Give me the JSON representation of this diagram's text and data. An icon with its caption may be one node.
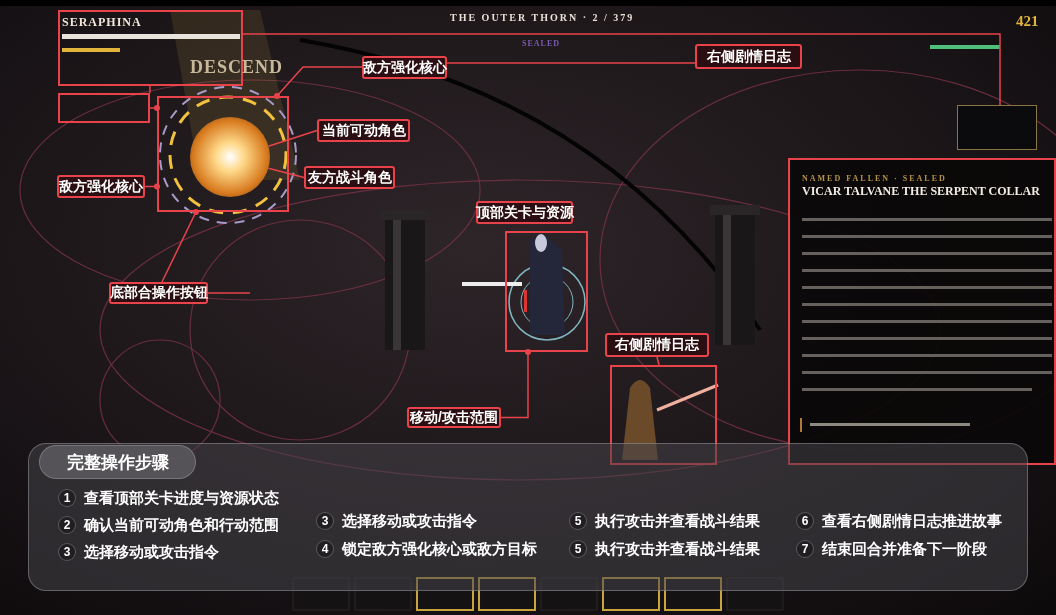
{
  "diagram": {
    "nodes": [
      {
        "text": [
          "SERAPHINA"
        ]
      },
      {
        "text": [],
        "shape": "box"
      },
      {
        "text": [],
        "shape": "box"
      },
      {
        "text": [],
        "shape": "circle",
        "in": 2
      },
      {
        "text": [
          "敌方强化核心"
        ]
      },
      {
        "text": [
          "当前可动角色"
        ]
      },
      {
        "text": [
          "友方战斗角色"
        ]
      },
      {
        "text": [
          "敌方强化核心"
        ]
      },
      {
        "text": [
          "底部合操作按钮"
        ]
      },
      {
        "text": [
          "右侧剧情日志"
        ]
      },
      {
        "text": [],
        "shape": "box"
      },
      {
        "text": [
          "顶部关卡与资源"
        ]
      },
      {
        "text": [],
        "shape": "box"
      },
      {
        "text": [
          "移动/攻击范围"
        ]
      },
      {
        "text": [
          "右侧剧情日志"
        ]
      },
      {
        "text": [],
        "shape": "box"
      },
      {
        "text": [
          "NAMED FALLEN · SEALED",
          "VICAR TALVANE THE SERPENT COLLAR"
        ]
      },
      {
        "text": [
          "1",
          "查看顶部关卡进度与资源状态",
          "2",
          "确认当前可动角色和行动范围",
          "3",
          "选择移动或攻击指令",
          "3",
          "选择移动或攻击指令",
          "4",
          "锁定敌方强化核心或敌方目标",
          "5",
          "执行攻击并查看战斗结果",
          "5",
          "执行攻击并查看战斗结果",
          "6",
          "查看右侧剧情日志推进故事",
          "7",
          "结束回合并准备下一阶段"
        ]
      },
      {
        "text": [
          "完整操作步骤"
        ],
        "in": 17
      }
    ],
    "edges": [
      {
        "from": 0,
        "to": 10,
        "arrow": "none"
      },
      {
        "from": 0,
        "to": 1,
        "arrow": "none"
      },
      {
        "from": 1,
        "to": 2,
        "arrow": "other"
      },
      {
        "from": 4,
        "to": 2,
        "arrow": "other"
      },
      {
        "from": 4,
        "to": 9,
        "arrow": "none"
      },
      {
        "from": 5,
        "to": 3,
        "arrow": "none"
      },
      {
        "from": 6,
        "to": 3,
        "arrow": "none"
      },
      {
        "from": 7,
        "to": 2,
        "arrow": "other"
      },
      {
        "from": 8,
        "to": 2,
        "arrow": "other"
      },
      {
        "from": 8,
        "to": null,
        "arrow": "none"
      },
      {
        "from": 13,
        "to": 12,
        "arrow": "other"
      },
      {
        "from": 14,
        "to": 15,
        "arrow": "none"
      }
    ],
    "labels": [
      "THE OUTER THORN · 2 / 379",
      "SEALED",
      "421",
      "DESCEND"
    ]
  }
}
